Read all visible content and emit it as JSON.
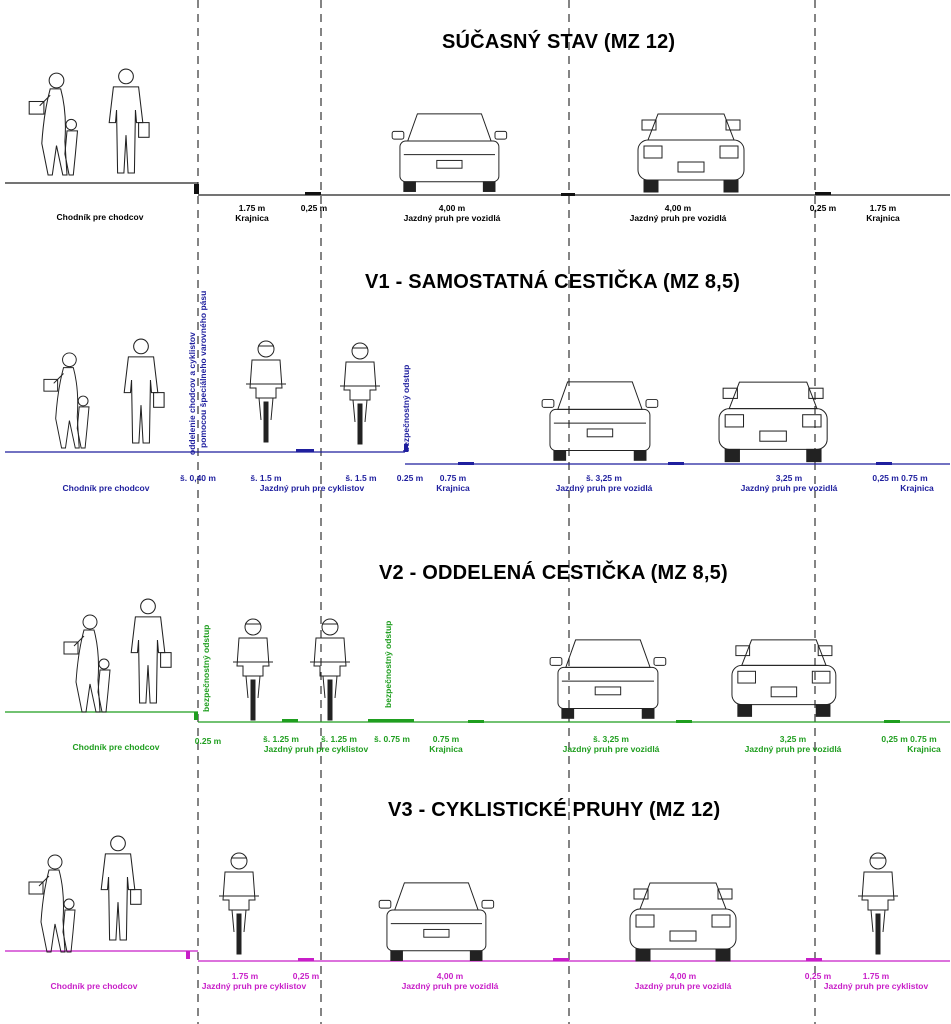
{
  "sections": [
    {
      "title": "SÚČASNÝ STAV (MZ 12)",
      "color": "#000000",
      "labels": [
        {
          "text": "Chodník pre chodcov"
        },
        {
          "text": "1.75 m"
        },
        {
          "text": "Krajnica"
        },
        {
          "text": "0,25 m"
        },
        {
          "text": "4,00 m"
        },
        {
          "text": "Jazdný pruh pre vozidlá"
        },
        {
          "text": "4,00 m"
        },
        {
          "text": "Jazdný pruh pre vozidlá"
        },
        {
          "text": "0,25 m"
        },
        {
          "text": "1.75 m"
        },
        {
          "text": "Krajnica"
        }
      ]
    },
    {
      "title": "V1 - SAMOSTATNÁ CESTIČKA (MZ 8,5)",
      "color": "#1f1f9e",
      "labels": [
        {
          "text": "Chodník pre chodcov"
        },
        {
          "text": "š. 0,40 m"
        },
        {
          "text": "š. 1.5 m"
        },
        {
          "text": "š. 1.5 m"
        },
        {
          "text": "Jazdný pruh pre cyklistov"
        },
        {
          "text": "0.25 m"
        },
        {
          "text": "0.75 m"
        },
        {
          "text": "Krajnica"
        },
        {
          "text": "š. 3,25 m"
        },
        {
          "text": "Jazdný pruh pre vozidlá"
        },
        {
          "text": "3,25 m"
        },
        {
          "text": "Jazdný pruh pre vozidlá"
        },
        {
          "text": "0,25 m 0.75 m"
        },
        {
          "text": "Krajnica"
        }
      ],
      "vertical_labels": [
        {
          "text": "oddelenie chodcov a cyklistov"
        },
        {
          "text": "pomocou špeciálneho varovného pásu"
        },
        {
          "text": "bezpečnostný odstup"
        }
      ]
    },
    {
      "title": "V2 - ODDELENÁ CESTIČKA (MZ 8,5)",
      "color": "#1f9e1f",
      "labels": [
        {
          "text": "Chodník pre chodcov"
        },
        {
          "text": "0.25 m"
        },
        {
          "text": "š. 1.25 m"
        },
        {
          "text": "š. 1.25 m"
        },
        {
          "text": "Jazdný pruh pre cyklistov"
        },
        {
          "text": "š. 0.75 m"
        },
        {
          "text": "0.75 m"
        },
        {
          "text": "Krajnica"
        },
        {
          "text": "š. 3,25 m"
        },
        {
          "text": "Jazdný pruh pre vozidlá"
        },
        {
          "text": "3,25 m"
        },
        {
          "text": "Jazdný pruh pre vozidlá"
        },
        {
          "text": "0,25 m 0.75 m"
        },
        {
          "text": "Krajnica"
        }
      ],
      "vertical_labels": [
        {
          "text": "bezpečnostný odstup"
        },
        {
          "text": "bezpečnostný odstup"
        }
      ]
    },
    {
      "title": "V3 - CYKLISTICKÉ PRUHY (MZ 12)",
      "color": "#c81ec8",
      "labels": [
        {
          "text": "Chodník pre chodcov"
        },
        {
          "text": "1.75 m"
        },
        {
          "text": "0,25 m"
        },
        {
          "text": "Jazdný pruh pre cyklistov"
        },
        {
          "text": "4,00 m"
        },
        {
          "text": "Jazdný pruh pre vozidlá"
        },
        {
          "text": "4,00 m"
        },
        {
          "text": "Jazdný pruh pre vozidlá"
        },
        {
          "text": "0,25 m"
        },
        {
          "text": "1.75 m"
        },
        {
          "text": "Jazdný pruh pre cyklistov"
        }
      ]
    }
  ]
}
